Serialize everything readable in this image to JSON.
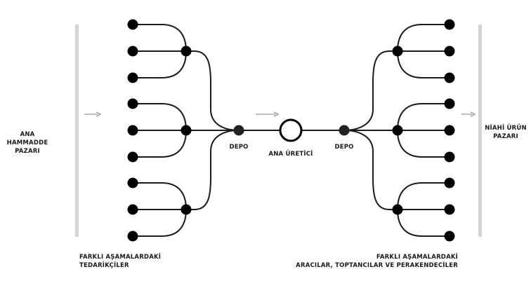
{
  "labels": {
    "raw_market_1": "ANA HAMMADDE",
    "raw_market_2": "PAZARI",
    "depo_left": "DEPO",
    "producer": "ANA ÜRETİCİ",
    "depo_right": "DEPO",
    "final_market_1": "NİAHİ ÜRÜN",
    "final_market_2": "PAZARI",
    "suppliers_1": "FARKLI AŞAMALARDAKİ",
    "suppliers_2": "TEDARİKÇİLER",
    "distributors_1": "FARKLI AŞAMALARDAKİ",
    "distributors_2": "ARACILAR, TOPTANCILAR VE PERAKENDECİLER"
  },
  "colors": {
    "line": "#1a1a1a",
    "arrow": "#9a9a9a",
    "bar": "#d4d4d4"
  }
}
